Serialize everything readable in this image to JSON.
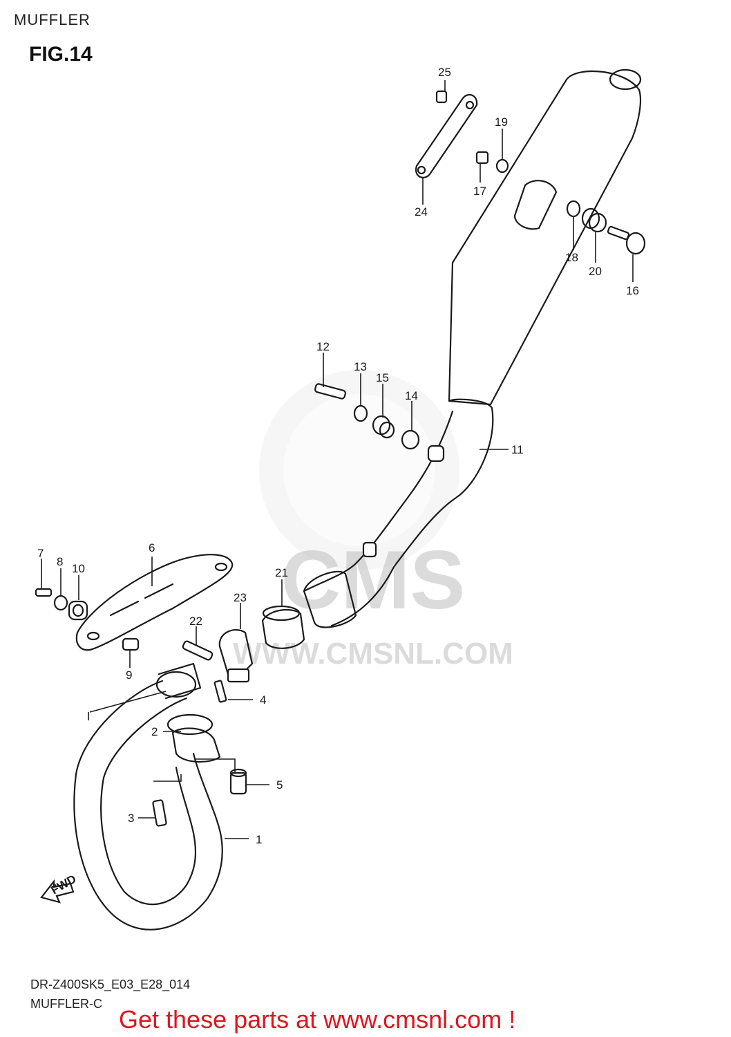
{
  "header": {
    "section": "MUFFLER",
    "figure": "FIG.14"
  },
  "footer": {
    "model_code": "DR-Z400SK5_E03_E28_014",
    "diagram_code": "MUFFLER-C",
    "cta": "Get these parts at www.cmsnl.com !"
  },
  "watermark": {
    "brand": "CMS",
    "url": "WWW.CMSNL.COM"
  },
  "direction_marker": "FWD",
  "callouts": [
    "1",
    "2",
    "3",
    "4",
    "5",
    "6",
    "7",
    "8",
    "9",
    "10",
    "11",
    "12",
    "13",
    "14",
    "15",
    "16",
    "17",
    "18",
    "19",
    "20",
    "21",
    "22",
    "23",
    "24",
    "25"
  ],
  "colors": {
    "cta": "#e0141e",
    "line": "#1a1a1a",
    "watermark": "#cfcfcf"
  }
}
